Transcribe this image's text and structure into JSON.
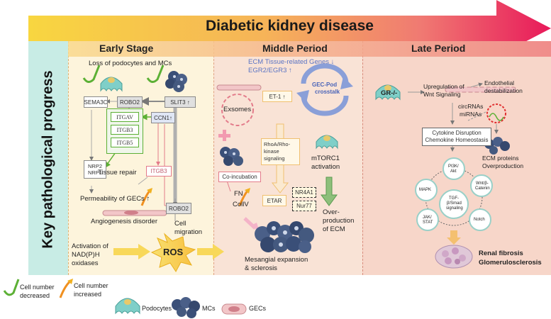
{
  "title": "Diabetic kidney disease",
  "side_label": "Key pathological progress",
  "stages": {
    "early": "Early Stage",
    "middle": "Middle Period",
    "late": "Late Period"
  },
  "early": {
    "loss_cells": "Loss of podocytes and MCs",
    "sema3c": "SEMA3C",
    "robo2_top": "ROBO2",
    "slit3": "SLIT3 ↑",
    "ccn1": "CCN1↑",
    "itgav": "ITGAV",
    "itgb3": "ITGB3",
    "itgb5": "ITGB5",
    "nrp2": "NRP2",
    "nrp1": "NRP1",
    "tissue_repair": "Tissue repair",
    "itgb3_pink": "ITGB3",
    "permeability": "Permeability of GECs ↑",
    "robo2_bottom": "ROBO2",
    "angiogenesis": "Angiogenesis disorder",
    "cell_migration_1": "Cell",
    "cell_migration_2": "migration",
    "nadph_1": "Activation of",
    "nadph_2": "NAD(P)H",
    "nadph_3": "oxidases",
    "ros": "ROS"
  },
  "middle": {
    "ecm_genes": "ECM Tissue-related Genes ↓",
    "egr": "EGR2/EGR3 ↑",
    "crosstalk_1": "GEC-Pod",
    "crosstalk_2": "crosstalk",
    "exsomes": "Exsomes",
    "et1": "ET-1 ↑",
    "rhoa_1": "RhoA/Rho-",
    "rhoa_2": "kinase",
    "rhoa_3": "signaling",
    "coincubation": "Co-incubation",
    "fn": "FN",
    "colliv": "CollV",
    "etar": "ETAR",
    "nr4a1": "NR4A1",
    "nur77": "Nur77",
    "mtorc1_1": "mTORC1",
    "mtorc1_2": "activation",
    "overprod_1": "Over-",
    "overprod_2": "production",
    "overprod_3": "of ECM",
    "mesangial_1": "Mesangial expansion",
    "mesangial_2": "& sclerosis"
  },
  "late": {
    "gr": "GR-/-",
    "wnt_1": "Upregulation of",
    "wnt_2": "Wnt Signaling",
    "endo_1": "Endothelial",
    "endo_2": "destabilization",
    "circ_1": "circRNAs",
    "circ_2": "miRNAs",
    "cytokine_1": "Cytokine Disruption",
    "cytokine_2": "Chemokine Homeostasis",
    "ecm_1": "ECM proteins",
    "ecm_2": "Overproduction",
    "pi3k_1": "PI3K/",
    "pi3k_2": "Akt",
    "wnt_cat_1": "Wnt/β-",
    "wnt_cat_2": "Catenin",
    "mapk": "MAPK",
    "tgf_1": "TGF-",
    "tgf_2": "β/Smad",
    "tgf_3": "signaling",
    "jak_1": "JAK/",
    "jak_2": "STAT",
    "notch": "Notch",
    "fibrosis_1": "Renal fibrosis",
    "fibrosis_2": "Glomerulosclerosis"
  },
  "legend": {
    "decreased_1": "Cell number",
    "decreased_2": "decreased",
    "increased_1": "Cell number",
    "increased_2": "increased",
    "podocytes": "Podocytes",
    "mcs": "MCs",
    "gecs": "GECs"
  },
  "colors": {
    "arrow_start": "#f7ce3e",
    "arrow_end": "#e8195a",
    "early_panel": "#fdf4dc",
    "middle_panel": "#f9e3d6",
    "late_panel": "#f7d6c9",
    "side_bar": "#c8ece5",
    "blue_text": "#5b74c4",
    "green": "#5cb035",
    "pink": "#e37b8a"
  },
  "icons": [
    "green-check-arrow-icon",
    "orange-curved-arrow-icon",
    "podocyte-icon",
    "mesangial-cell-cluster-icon",
    "gec-capsule-icon",
    "ros-starburst-icon",
    "circular-crosstalk-arrows-icon"
  ]
}
